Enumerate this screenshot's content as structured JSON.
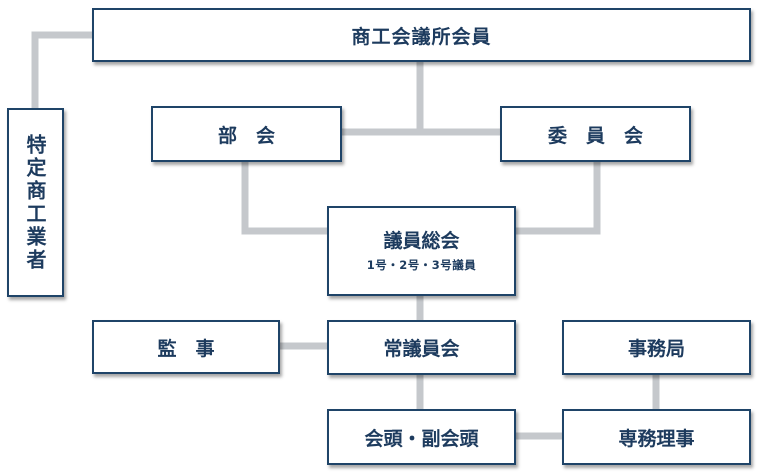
{
  "diagram": {
    "members": "商工会議所会員",
    "special": "特定商工業者",
    "division": "部　会",
    "committee": "委　員　会",
    "assembly_title": "議員総会",
    "assembly_sub": "1号・2号・3号議員",
    "auditor": "監　事",
    "standing": "常議員会",
    "bureau": "事務局",
    "chairman": "会頭・副会頭",
    "director": "専務理事"
  },
  "colors": {
    "border": "#1f4468",
    "text": "#1d3b5e",
    "connector": "#c5c8cc"
  }
}
